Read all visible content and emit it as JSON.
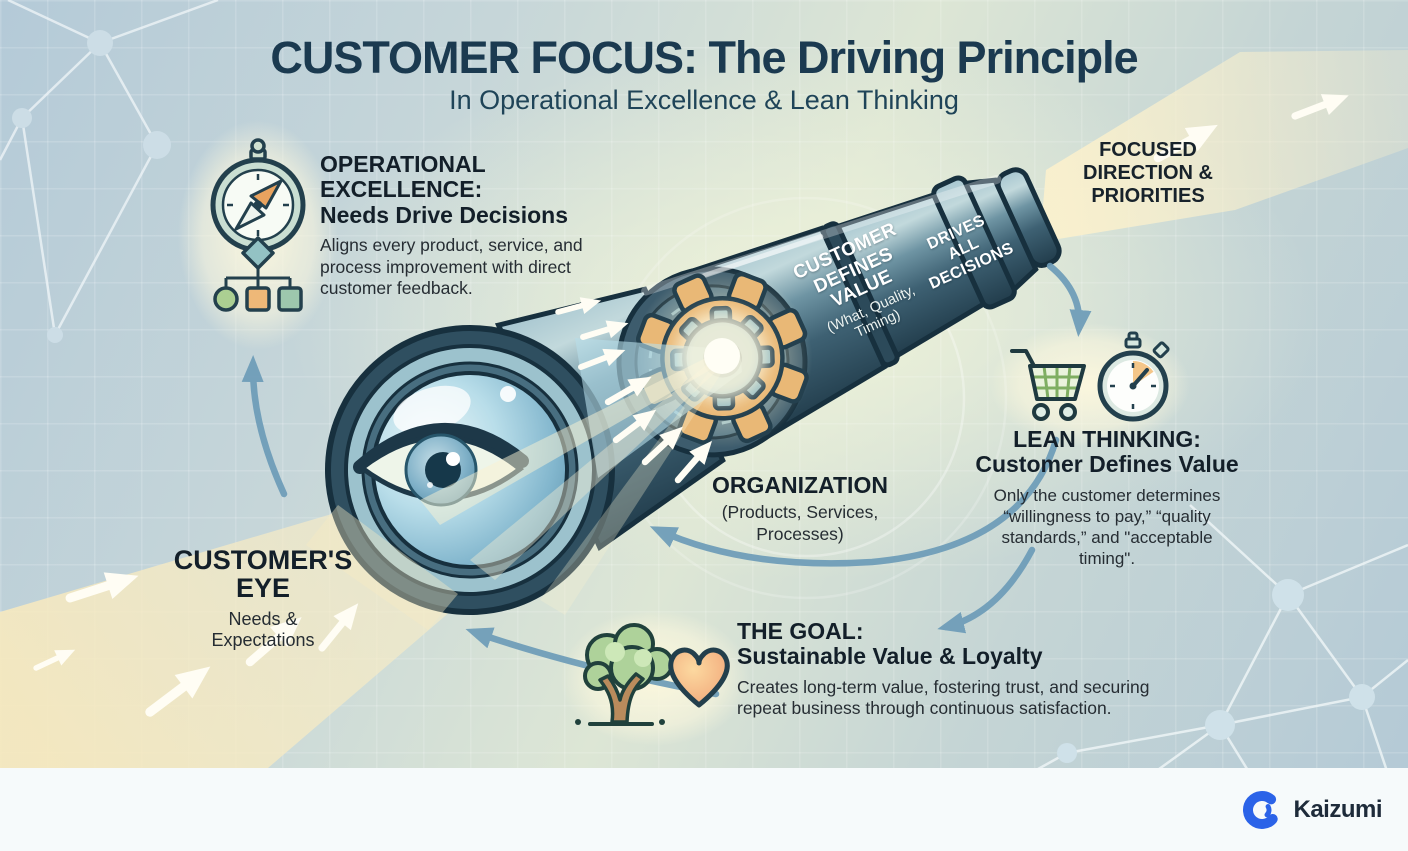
{
  "title": {
    "main": "CUSTOMER FOCUS: The Driving Principle",
    "subtitle": "In Operational Excellence & Lean Thinking"
  },
  "blocks": {
    "operational_excellence": {
      "heading1": "OPERATIONAL EXCELLENCE:",
      "heading2": "Needs Drive Decisions",
      "body": "Aligns every product, service, and process improvement with direct customer feedback."
    },
    "focused_direction": {
      "label": "FOCUSED\nDIRECTION &\nPRIORITIES"
    },
    "customers_eye": {
      "heading": "CUSTOMER'S\nEYE",
      "sub": "Needs &\nExpectations"
    },
    "organization": {
      "heading": "ORGANIZATION",
      "sub": "(Products, Services,\nProcesses)"
    },
    "lean_thinking": {
      "heading1": "LEAN THINKING:",
      "heading2": "Customer Defines Value",
      "body": "Only the customer determines “willingness to pay,” “quality standards,” and \"acceptable timing\"."
    },
    "goal": {
      "heading1": "THE GOAL:",
      "heading2": "Sustainable Value & Loyalty",
      "body": "Creates long-term value, fostering trust, and securing repeat business through continuous satisfaction."
    }
  },
  "telescope": {
    "value_label": "CUSTOMER\nDEFINES\nVALUE",
    "value_sub": "(What, Quality,\nTiming)",
    "decisions_label": "DRIVES\nALL\nDECISIONS"
  },
  "footer": {
    "brand": "Kaizumi"
  },
  "icons": {
    "compass": "compass-icon",
    "org_chart": "org-chart-icon",
    "shopping_cart": "shopping-cart-icon",
    "stopwatch": "stopwatch-icon",
    "tree": "tree-icon",
    "heart": "heart-icon",
    "eye": "eye-icon",
    "gear": "gear-icon",
    "telescope": "telescope-illustration",
    "logo": "kaizumi-logo-icon"
  },
  "colors": {
    "title_navy": "#1b3a50",
    "text_dark": "#1c2329",
    "beam_cream": "#f7ebc6",
    "arrow_blue": "#6d9cb8",
    "telescope_dark": "#2e4b5c",
    "gear_orange": "#e9b876",
    "logo_blue": "#2b63e8",
    "footer_bg": "#f6fafb"
  }
}
